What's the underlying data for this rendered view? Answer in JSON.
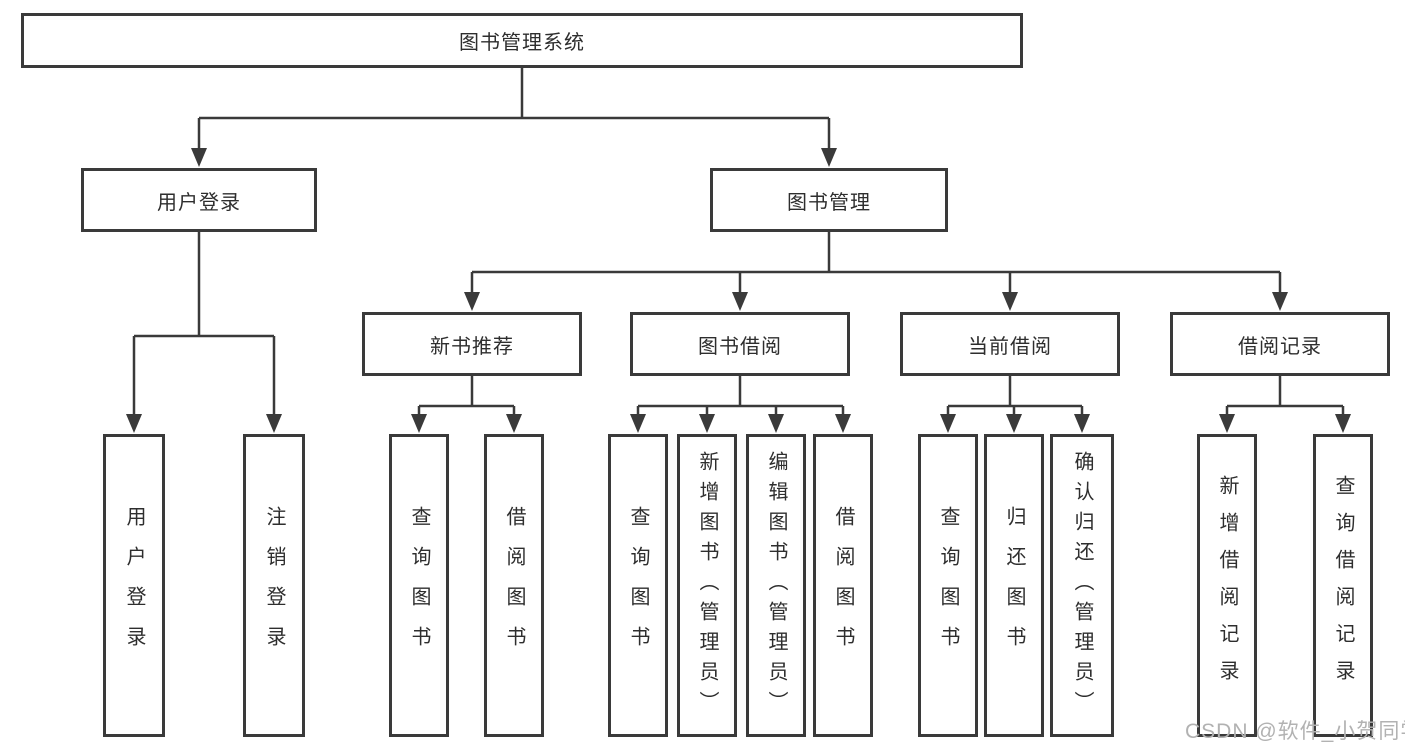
{
  "diagram": {
    "tree": {
      "label": "图书管理系统",
      "children": [
        {
          "label": "用户登录",
          "children": [
            {
              "label": "用户登录"
            },
            {
              "label": "注销登录"
            }
          ]
        },
        {
          "label": "图书管理",
          "children": [
            {
              "label": "新书推荐",
              "children": [
                {
                  "label": "查询图书"
                },
                {
                  "label": "借阅图书"
                }
              ]
            },
            {
              "label": "图书借阅",
              "children": [
                {
                  "label": "查询图书"
                },
                {
                  "label": "新增图书（管理员）"
                },
                {
                  "label": "编辑图书（管理员）"
                },
                {
                  "label": "借阅图书"
                }
              ]
            },
            {
              "label": "当前借阅",
              "children": [
                {
                  "label": "查询图书"
                },
                {
                  "label": "归还图书"
                },
                {
                  "label": "确认归还（管理员）"
                }
              ]
            },
            {
              "label": "借阅记录",
              "children": [
                {
                  "label": "新增借阅记录"
                },
                {
                  "label": "查询借阅记录"
                }
              ]
            }
          ]
        }
      ]
    },
    "colors": {
      "line": "#3a3a3a",
      "box_border": "#3a3a3a",
      "box_fill": "#ffffff",
      "text": "#2e2e2e",
      "watermark": "#b2b2b2"
    }
  },
  "watermark": {
    "text": "CSDN @软件_小贺同学"
  }
}
